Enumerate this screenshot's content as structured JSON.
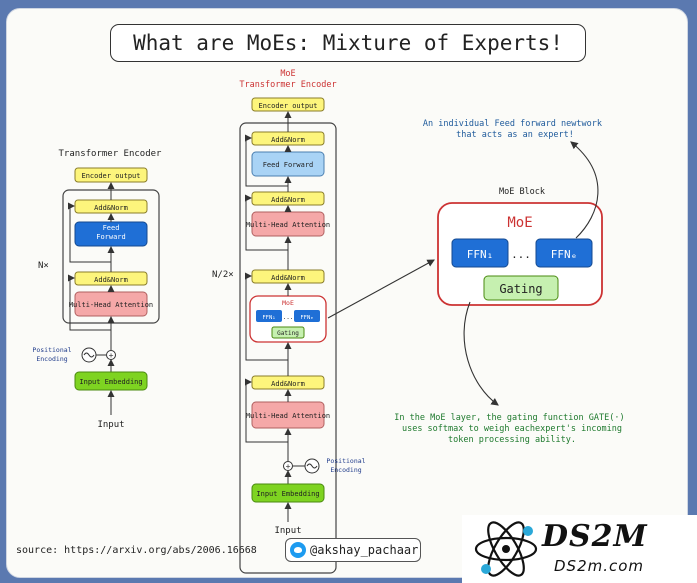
{
  "title": "What are MoEs: Mixture of Experts!",
  "left": {
    "heading": "Transformer Encoder",
    "encoder_output": "Encoder output",
    "addnorm_top": "Add&Norm",
    "feed_forward": "Feed Forward",
    "addnorm_mid": "Add&Norm",
    "multi_head": "Multi-Head Attention",
    "n_label": "N×",
    "positional": "Positional Encoding",
    "input_embedding": "Input Embedding",
    "input": "Input"
  },
  "middle": {
    "heading_line1": "MoE",
    "heading_line2": "Transformer Encoder",
    "encoder_output": "Encoder output",
    "addnorm1": "Add&Norm",
    "feed_forward": "Feed Forward",
    "addnorm2": "Add&Norm",
    "multi_head1": "Multi-Head Attention",
    "n_label": "N/2×",
    "addnorm3": "Add&Norm",
    "moe_label": "MoE",
    "ffn1": "FFN₁",
    "ellipsis": "...",
    "ffne": "FFNₑ",
    "gating": "Gating",
    "addnorm4": "Add&Norm",
    "multi_head2": "Multi-Head Attention",
    "positional": "Positional Encoding",
    "input_embedding": "Input Embedding",
    "input": "Input"
  },
  "right": {
    "note_top": "An individual Feed forward newtwork that acts as an expert!",
    "block_heading": "MoE Block",
    "moe_label": "MoE",
    "ffn1": "FFN₁",
    "ellipsis": "...",
    "ffne": "FFNₑ",
    "gating": "Gating",
    "note_bottom": "In the MoE layer, the gating function GATE(·) uses softmax to weigh eachexpert's incoming token processing ability."
  },
  "footer": {
    "source": "source: https://arxiv.org/abs/2006.16668",
    "handle": "@akshay_pachaar",
    "logo_main": "DS2M",
    "logo_sub": "DS2m.com"
  },
  "colors": {
    "yellow": "#fdf57c",
    "blue": "#1f6fd6",
    "light_blue": "#a9d3f5",
    "pink": "#f5a8a8",
    "green": "#7ed321",
    "light_green": "#c6f0b0",
    "red": "#cc3333",
    "note_blue": "#1e5a9b"
  }
}
